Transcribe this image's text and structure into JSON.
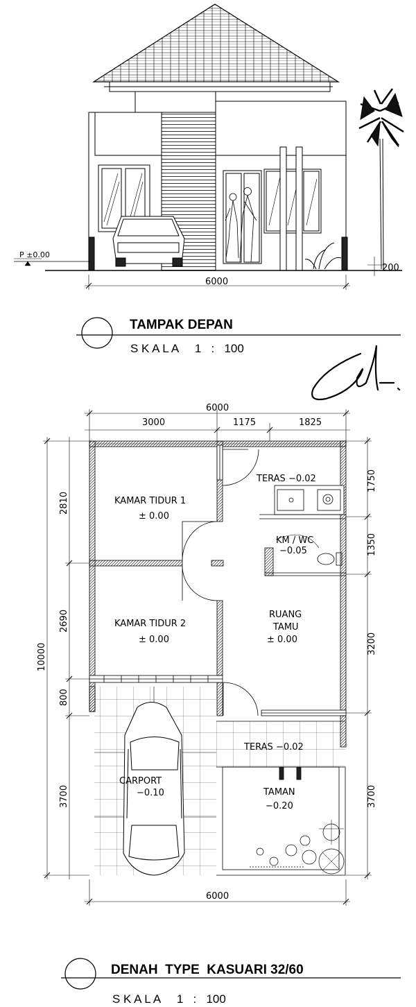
{
  "elevation": {
    "title": "TAMPAK DEPAN",
    "scale": "S K A L A     1   :   100",
    "level_label": "P ±0.00",
    "width_dim": "6000",
    "step_dim": "200"
  },
  "plan": {
    "title": "DENAH  TYPE  KASUARI 32/60",
    "scale": "S K A L A     1   :   100",
    "top_total": "6000",
    "top_dims": [
      "3000",
      "1175",
      "1825"
    ],
    "bottom_total": "6000",
    "left_total": "10000",
    "left_dims": [
      "2810",
      "2690",
      "800",
      "3700"
    ],
    "right_dims": [
      "1750",
      "1350",
      "3200",
      "3700"
    ],
    "rooms": {
      "kamar1_name": "KAMAR TIDUR 1",
      "kamar1_level": "± 0.00",
      "kamar2_name": "KAMAR TIDUR 2",
      "kamar2_level": "± 0.00",
      "teras_top": "TERAS  −0.02",
      "kmwc_name": "KM / WC",
      "kmwc_level": "−0.05",
      "ruang_name": "RUANG",
      "ruang_name2": "TAMU",
      "ruang_level": "± 0.00",
      "teras_bottom": "TERAS  −0.02",
      "carport_name": "CARPORT",
      "carport_level": "−0.10",
      "taman_name": "TAMAN",
      "taman_level": "−0.20"
    }
  },
  "colors": {
    "ink": "#000000",
    "wall_fill": "#2a2a2a",
    "paper": "#ffffff"
  }
}
